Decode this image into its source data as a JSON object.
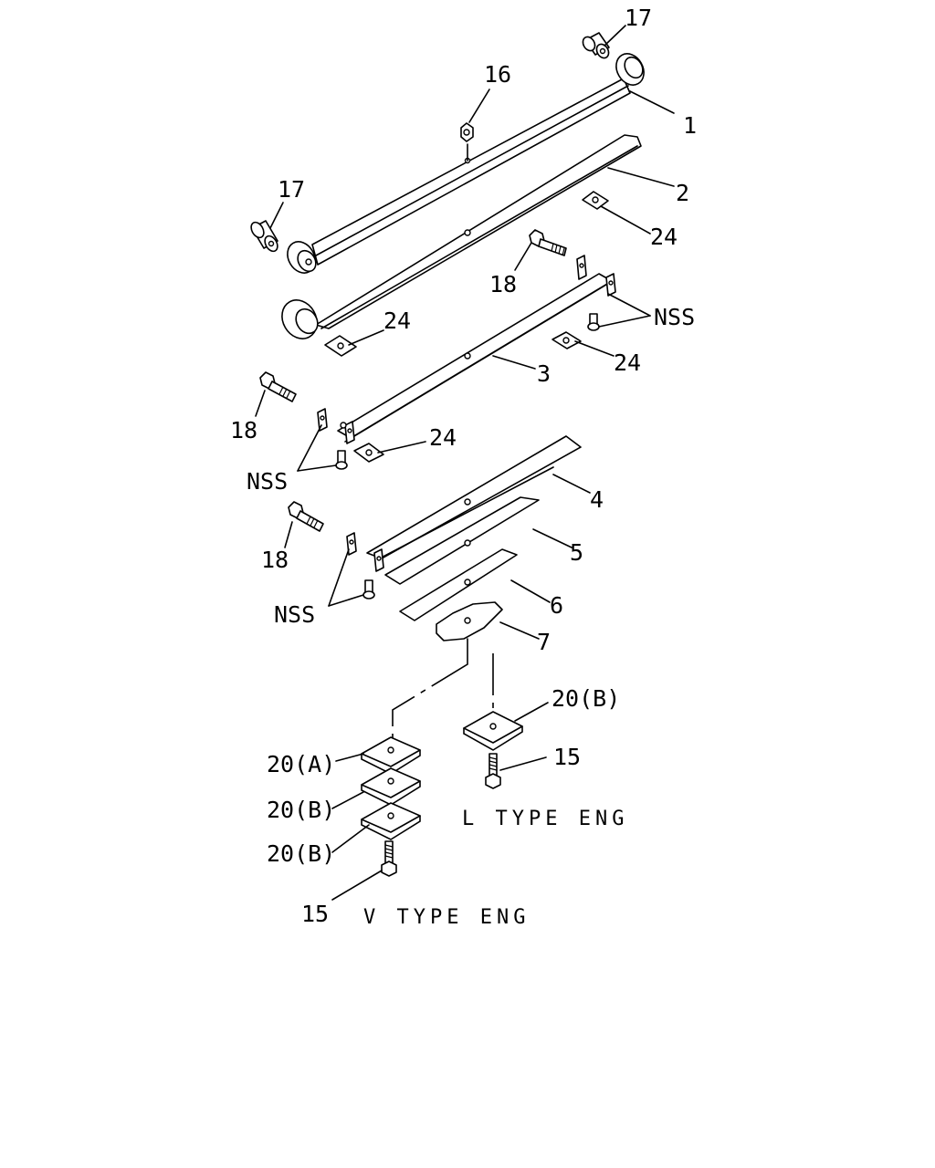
{
  "callouts": {
    "p1": "1",
    "p2": "2",
    "p3": "3",
    "p4": "4",
    "p5": "5",
    "p6": "6",
    "p7": "7",
    "p15_l": "15",
    "p15_v": "15",
    "p16": "16",
    "p17_top": "17",
    "p17_left": "17",
    "p18_top": "18",
    "p18_mid": "18",
    "p18_low": "18",
    "p20a": "20(A)",
    "p20b_1": "20(B)",
    "p20b_2": "20(B)",
    "p20b_l": "20(B)",
    "p24_a": "24",
    "p24_b": "24",
    "p24_c": "24",
    "p24_d": "24",
    "nss_1": "NSS",
    "nss_2": "NSS",
    "nss_3": "NSS"
  },
  "captions": {
    "l_type": "L TYPE ENG",
    "v_type": "V TYPE ENG"
  },
  "colors": {
    "ink": "#000000",
    "paper": "#ffffff"
  }
}
